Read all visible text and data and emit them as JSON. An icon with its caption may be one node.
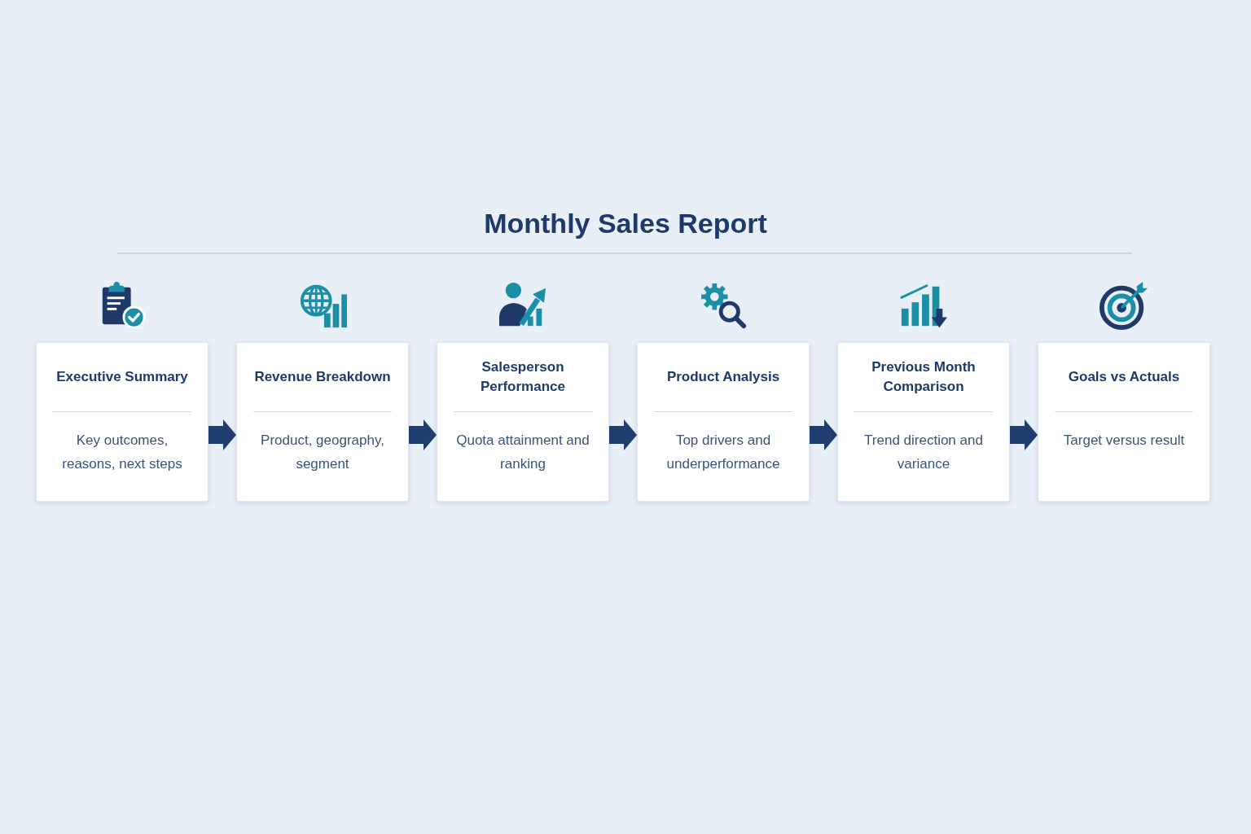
{
  "diagram": {
    "title": "Monthly Sales Report",
    "nodes": [
      {
        "text": [
          "Executive Summary",
          "Key outcomes, reasons, next steps"
        ]
      },
      {
        "text": [
          "Revenue Breakdown",
          "Product, geography, segment"
        ]
      },
      {
        "text": [
          "Salesperson Performance",
          "Quota attainment and ranking"
        ]
      },
      {
        "text": [
          "Product Analysis",
          "Top drivers and underperformance"
        ]
      },
      {
        "text": [
          "Previous Month Comparison",
          "Trend direction and variance"
        ]
      },
      {
        "text": [
          "Goals vs Actuals",
          "Target versus result"
        ]
      }
    ],
    "edges": [
      {
        "from": 0,
        "to": 1,
        "arrow": "to"
      },
      {
        "from": 1,
        "to": 2,
        "arrow": "to"
      },
      {
        "from": 2,
        "to": 3,
        "arrow": "to"
      },
      {
        "from": 3,
        "to": 4,
        "arrow": "to"
      },
      {
        "from": 4,
        "to": 5,
        "arrow": "to"
      }
    ]
  }
}
